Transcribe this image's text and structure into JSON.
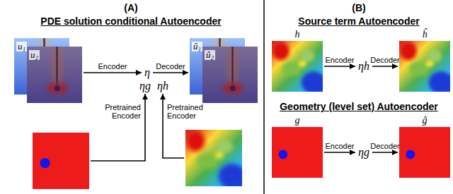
{
  "diagram": {
    "nodes": [
      {
        "text": [
          "u₁"
        ]
      },
      {
        "text": [
          "u₂"
        ]
      },
      {
        "text": [
          "η"
        ]
      },
      {
        "text": [
          "ηg"
        ]
      },
      {
        "text": [
          "ηh"
        ]
      },
      {
        "text": [
          "û₁"
        ]
      },
      {
        "text": [
          "û₂"
        ]
      },
      {
        "text": []
      },
      {
        "text": []
      },
      {
        "text": [
          "h"
        ]
      },
      {
        "text": [
          "ηh"
        ]
      },
      {
        "text": [
          "ĥ"
        ]
      },
      {
        "text": [
          "g"
        ]
      },
      {
        "text": [
          "ηg"
        ]
      },
      {
        "text": [
          "ĝ"
        ]
      }
    ],
    "edges": [
      {
        "from": 1,
        "to": 2,
        "label": "Encoder",
        "arrow": "to"
      },
      {
        "from": 2,
        "to": 5,
        "label": "Decoder",
        "arrow": "to"
      },
      {
        "from": 7,
        "to": 3,
        "label": "Pretrained Encoder",
        "arrow": "to"
      },
      {
        "from": 8,
        "to": 4,
        "label": "Pretrained Encoder",
        "arrow": "to"
      },
      {
        "from": 9,
        "to": 10,
        "label": "Encoder",
        "arrow": "to"
      },
      {
        "from": 10,
        "to": 11,
        "label": "Decoder",
        "arrow": "to"
      },
      {
        "from": 12,
        "to": 13,
        "label": "Encoder",
        "arrow": "to"
      },
      {
        "from": 13,
        "to": 14,
        "label": "Decoder",
        "arrow": "to"
      }
    ],
    "labels": [
      "(A)",
      "PDE solution conditional Autoencoder",
      "(B)",
      "Source term Autoencoder",
      "Geometry (level set) Autoencoder"
    ]
  }
}
